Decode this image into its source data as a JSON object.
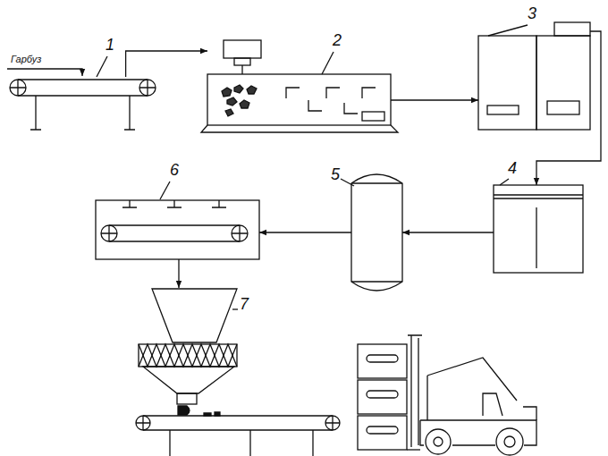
{
  "diagram": {
    "nodes": [
      {
        "text": [
          "1"
        ]
      },
      {
        "text": [
          "2"
        ]
      },
      {
        "text": [
          "3"
        ]
      },
      {
        "text": [
          "4"
        ]
      },
      {
        "text": [
          "5"
        ]
      },
      {
        "text": [
          "6"
        ]
      },
      {
        "text": [
          "7"
        ]
      }
    ],
    "edges": [
      {
        "from": 0,
        "to": 1,
        "arrow": "to"
      },
      {
        "from": 1,
        "to": 2,
        "arrow": "to"
      },
      {
        "from": 2,
        "to": 3,
        "arrow": "to"
      },
      {
        "from": 3,
        "to": 4,
        "arrow": "to"
      },
      {
        "from": 4,
        "to": 5,
        "arrow": "to"
      },
      {
        "from": 5,
        "to": 6,
        "arrow": "to"
      }
    ],
    "labels": [
      "Гарбуз"
    ]
  }
}
